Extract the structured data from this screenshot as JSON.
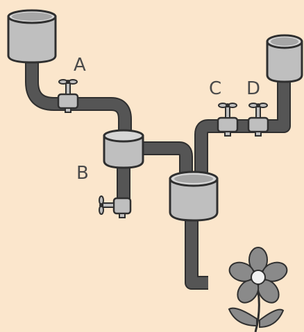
{
  "labels": {
    "a": "A",
    "b": "B",
    "c": "C",
    "d": "D"
  },
  "colors": {
    "background": "#fbe6cc",
    "pipe": "#4a4a4a",
    "tank_body": "#bfbfbf",
    "outline": "#2f2f2f",
    "flower": "#8a8a8a",
    "flower_center": "#f2f2f2"
  },
  "icons": [
    "tank",
    "tap",
    "pipe",
    "flower"
  ]
}
